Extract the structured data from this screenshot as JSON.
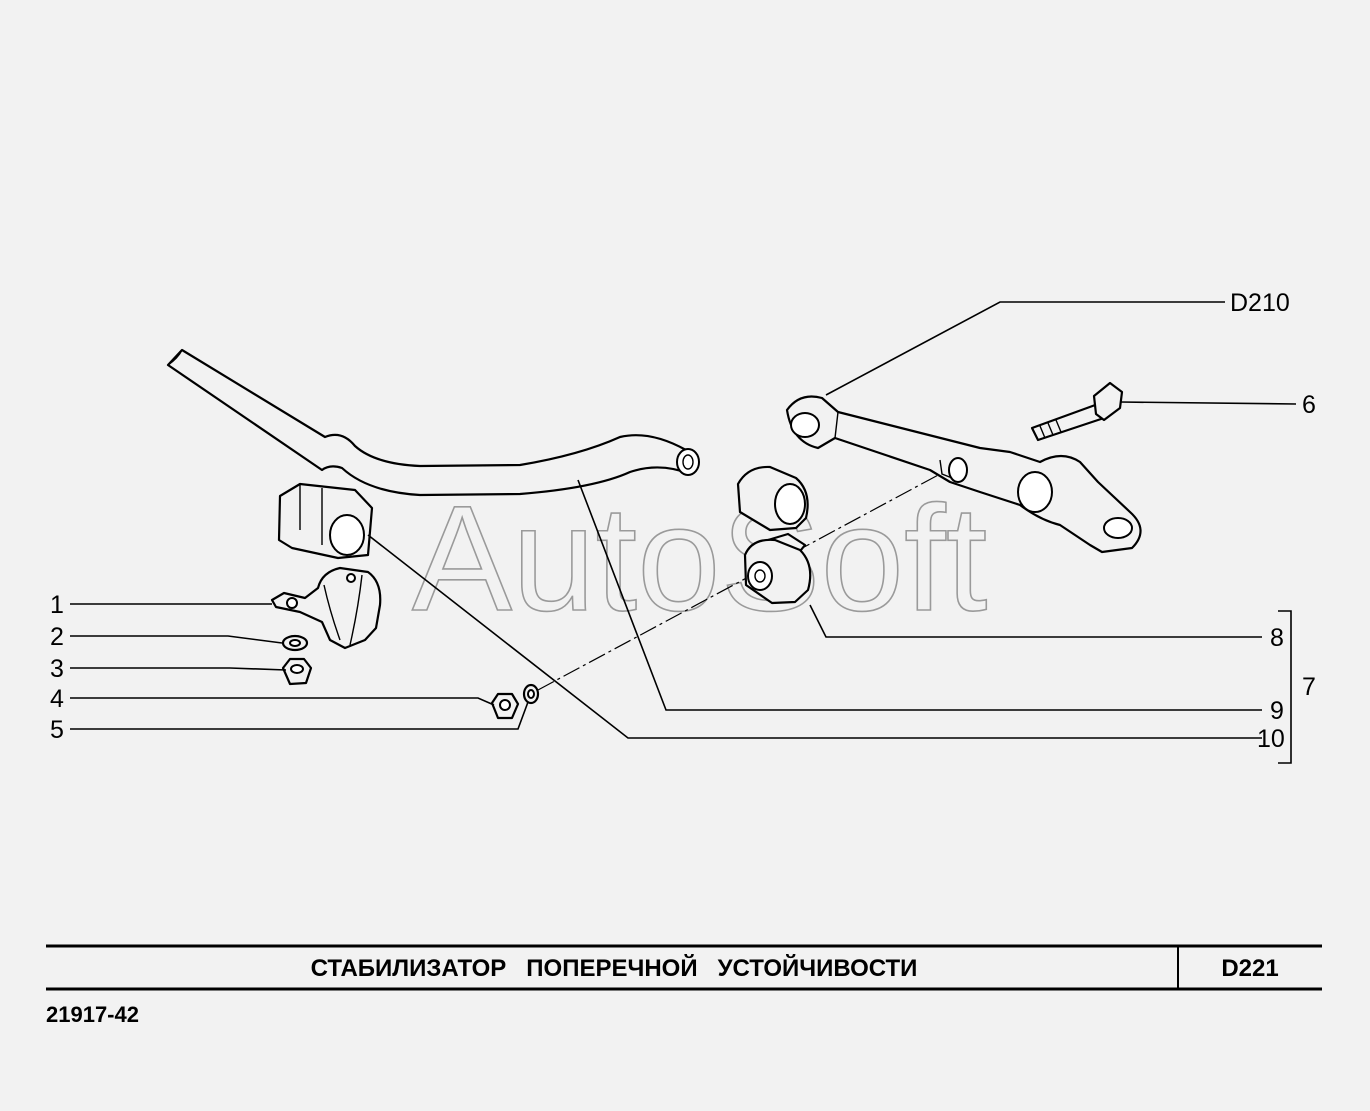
{
  "watermark": "AutoSoft",
  "title_bar": {
    "title": "СТАБИЛИЗАТОР   ПОПЕРЕЧНОЙ   УСТОЙЧИВОСТИ",
    "code": "D221"
  },
  "model_code": "21917-42",
  "callouts": {
    "ref": "D210",
    "p1": "1",
    "p2": "2",
    "p3": "3",
    "p4": "4",
    "p5": "5",
    "p6": "6",
    "p7": "7",
    "p8": "8",
    "p9": "9",
    "p10": "10"
  }
}
